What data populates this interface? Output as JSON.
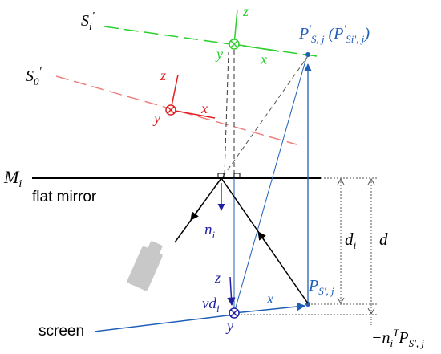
{
  "colors": {
    "green": "#2fcf2f",
    "red": "#e02020",
    "salmon": "#f08080",
    "blue": "#1f5fb8",
    "dark_blue": "#2020a0",
    "black": "#000000",
    "gray": "#555555",
    "camera": "#c8c8c8"
  },
  "labels": {
    "s_i_prime": {
      "base": "S",
      "sub": "i",
      "sup": "'"
    },
    "s_0_prime": {
      "base": "S",
      "sub": "0",
      "sup": "'"
    },
    "green_z": "z",
    "green_y": "y",
    "green_x": "x",
    "red_z": "z",
    "red_y": "y",
    "red_x": "x",
    "point_virtual": {
      "base": "P",
      "sup": "'",
      "sub": "S, j",
      "paren_base": "P",
      "paren_sup": "'",
      "paren_sub": "Si', j"
    },
    "mirror": {
      "base": "M",
      "sub": "i"
    },
    "flat_mirror": "flat mirror",
    "normal": {
      "base": "n",
      "sub": "i"
    },
    "d_i": {
      "base": "d",
      "sub": "i"
    },
    "d": "d",
    "blue_z": "z",
    "v_d_i": {
      "base": "vd",
      "sub": "i"
    },
    "blue_x": "x",
    "blue_y": "y",
    "point_screen": {
      "base": "P",
      "sub": "S', j"
    },
    "screen": "screen",
    "projection": {
      "prefix": "−n",
      "sub1": "i",
      "sup1": "T",
      "base": "P",
      "sub2": "S', j"
    }
  }
}
